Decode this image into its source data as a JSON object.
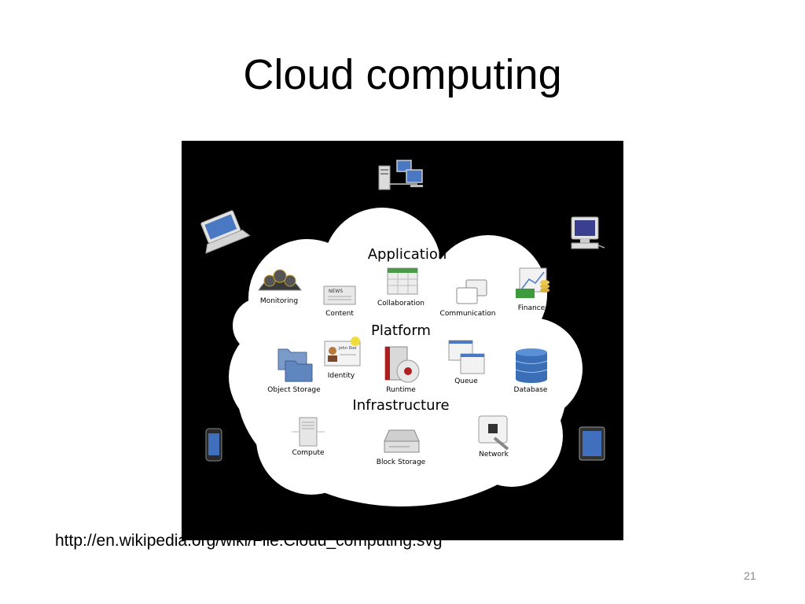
{
  "slide": {
    "title": "Cloud computing",
    "source_url": "http://en.wikipedia.org/wiki/File:Cloud_computing.svg",
    "page_number": "21"
  },
  "diagram": {
    "layers": {
      "application": "Application",
      "platform": "Platform",
      "infrastructure": "Infrastructure"
    },
    "services": {
      "monitoring": "Monitoring",
      "content": "Content",
      "collaboration": "Collaboration",
      "communication": "Communication",
      "finance": "Finance",
      "object_storage": "Object Storage",
      "identity": "Identity",
      "identity_card_name": "John Doe",
      "runtime": "Runtime",
      "queue": "Queue",
      "database": "Database",
      "compute": "Compute",
      "block_storage": "Block Storage",
      "network": "Network"
    },
    "news_text": "NEWS",
    "icons": {
      "servers": "servers-icon",
      "laptop": "laptop-icon",
      "desktop": "desktop-icon",
      "phone": "phone-icon",
      "tablet": "tablet-icon"
    },
    "colors": {
      "background": "#000000",
      "cloud": "#ffffff"
    }
  }
}
